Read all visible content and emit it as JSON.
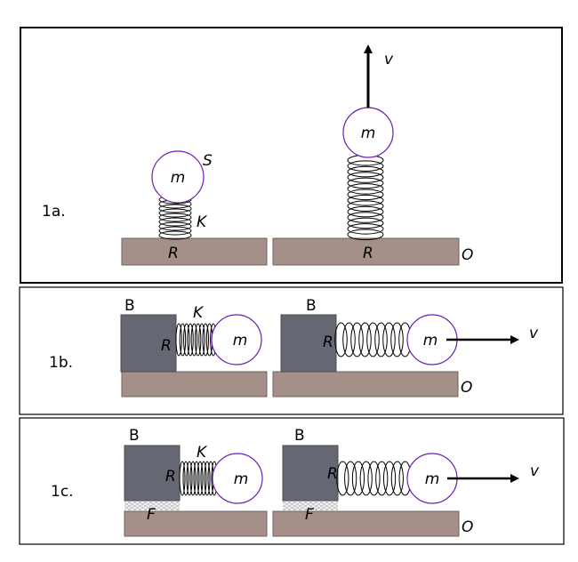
{
  "panels": {
    "p1a": {
      "label": "1a.",
      "mass": "m",
      "mass_moving": "m",
      "spring_const": "K",
      "surface": "S",
      "ground_left": "R",
      "ground_right": "R",
      "origin": "O",
      "velocity": "v"
    },
    "p1b": {
      "label": "1b.",
      "block_left": "B",
      "block_right": "B",
      "spring_const": "K",
      "wall_left": "R",
      "wall_right": "R",
      "mass": "m",
      "mass_moving": "m",
      "origin": "O",
      "velocity": "v"
    },
    "p1c": {
      "label": "1c.",
      "block_left": "B",
      "block_right": "B",
      "spring_const": "K",
      "wall_left": "R",
      "wall_right": "R",
      "friction_left": "F",
      "friction_right": "F",
      "mass": "m",
      "mass_moving": "m",
      "origin": "O",
      "velocity": "v"
    }
  },
  "colors": {
    "ground": "#a48f89",
    "block": "#656872",
    "ball_outline": "#6a1fb0",
    "ink": "#000000"
  }
}
